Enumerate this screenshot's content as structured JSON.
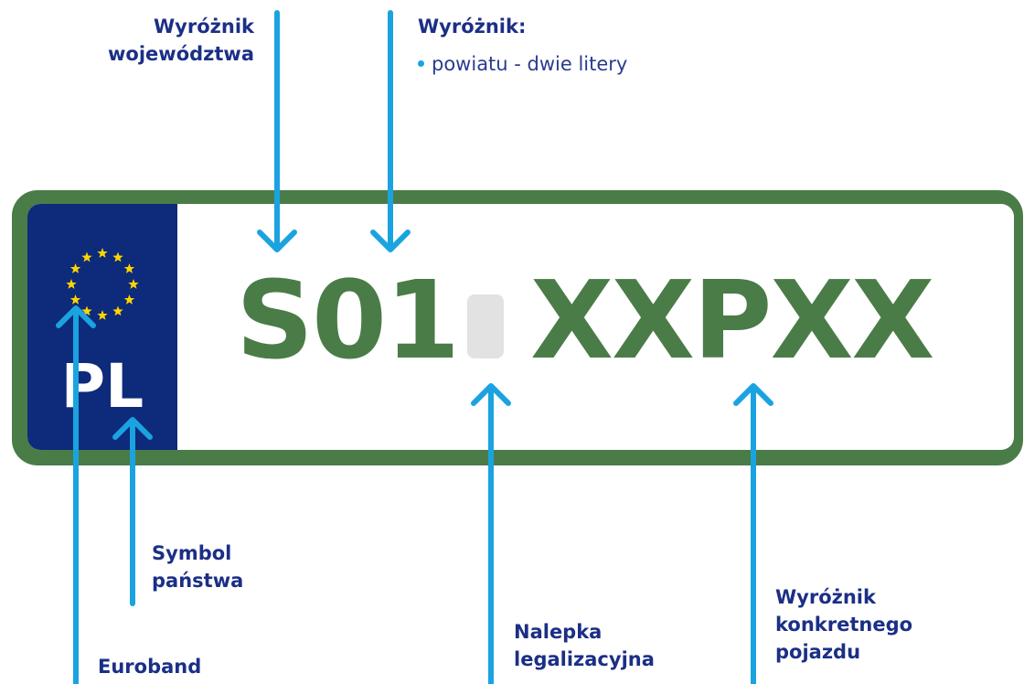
{
  "labels": {
    "voivodeship": [
      "Wyróżnik",
      "województwa"
    ],
    "district_title": "Wyróżnik:",
    "district_bullet": "powiatu - dwie litery",
    "country_symbol": [
      "Symbol",
      "państwa"
    ],
    "euroband": "Euroband",
    "sticker": [
      "Nalepka",
      "legalizacyjna"
    ],
    "vehicle": [
      "Wyróżnik",
      "konkretnego",
      "pojazdu"
    ]
  },
  "plate": {
    "country_code": "PL",
    "district_code": "S01",
    "vehicle_code": "XXPXX"
  },
  "colors": {
    "label_text": "#1b2f86",
    "arrow": "#1aa3e0",
    "plate_green": "#4a7c48",
    "euroband_blue": "#0e2a7a",
    "star_yellow": "#ffd500",
    "sticker_gray": "#e2e2e2"
  }
}
